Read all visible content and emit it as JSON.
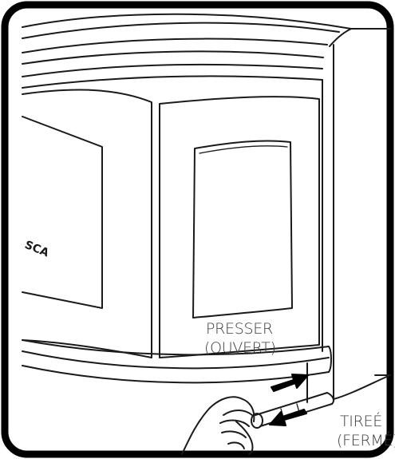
{
  "labels": {
    "press_line1": "PRESSER",
    "press_line2": "(OUVERT)",
    "pull_line1": "TIREÉ",
    "pull_line2": "(FERMÉ)",
    "brand_fragment": "SCA"
  },
  "colors": {
    "stroke": "#1a1a1a",
    "frame_border": "#000000",
    "background": "#ffffff",
    "arrow": "#000000"
  },
  "icons": {
    "press_arrow": "arrow-right-icon",
    "pull_arrow": "arrow-left-icon",
    "hand": "hand-icon"
  }
}
